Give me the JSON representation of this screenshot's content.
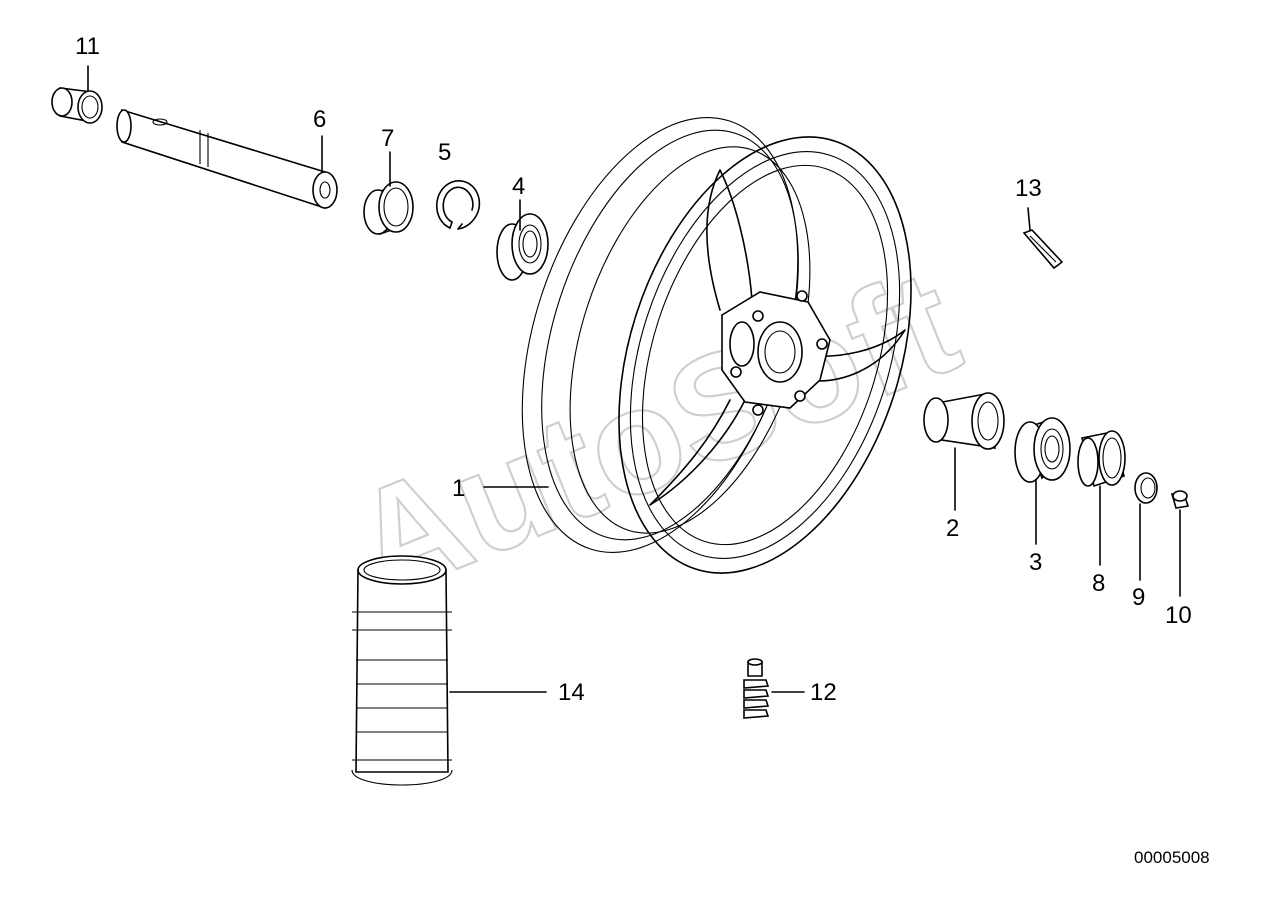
{
  "watermark": "AutoSoft",
  "reference_number": "00005008",
  "callouts": [
    {
      "id": "1",
      "label": "1"
    },
    {
      "id": "2",
      "label": "2"
    },
    {
      "id": "3",
      "label": "3"
    },
    {
      "id": "4",
      "label": "4"
    },
    {
      "id": "5",
      "label": "5"
    },
    {
      "id": "6",
      "label": "6"
    },
    {
      "id": "7",
      "label": "7"
    },
    {
      "id": "8",
      "label": "8"
    },
    {
      "id": "9",
      "label": "9"
    },
    {
      "id": "10",
      "label": "10"
    },
    {
      "id": "11",
      "label": "11"
    },
    {
      "id": "12",
      "label": "12"
    },
    {
      "id": "13",
      "label": "13"
    },
    {
      "id": "14",
      "label": "14"
    }
  ]
}
